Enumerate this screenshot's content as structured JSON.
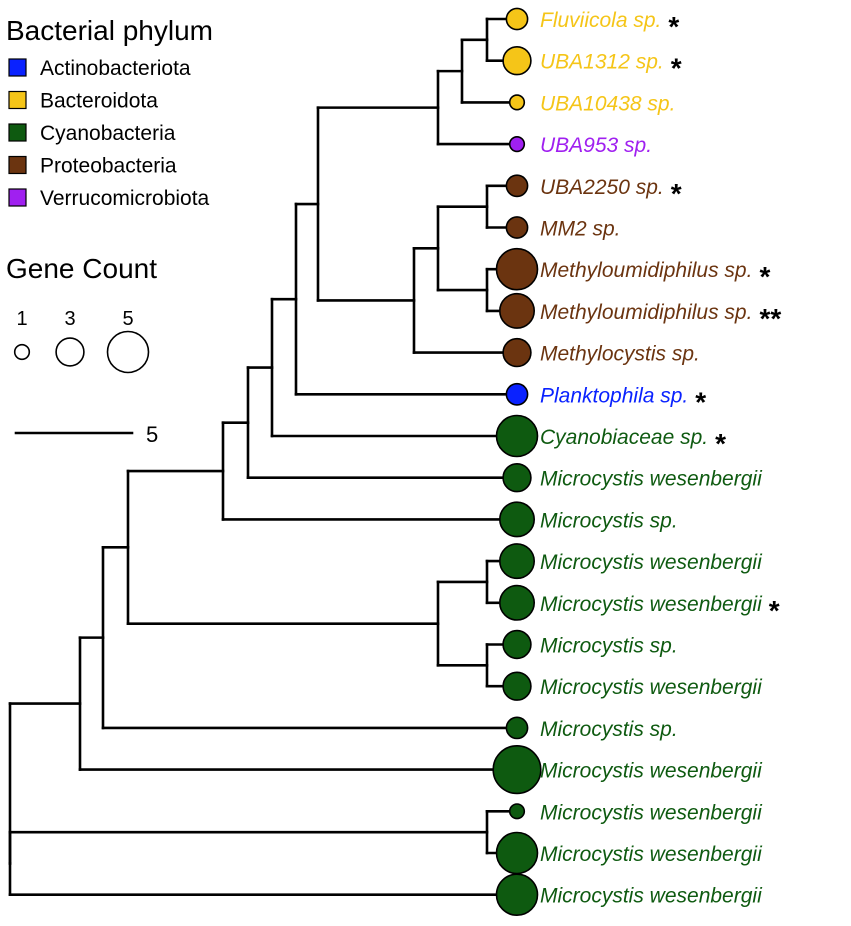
{
  "legend": {
    "phylum_title": "Bacterial phylum",
    "phyla": [
      {
        "key": "actino",
        "name": "Actinobacteriota",
        "color": "#0a22ff"
      },
      {
        "key": "bacteroid",
        "name": "Bacteroidota",
        "color": "#f5c518"
      },
      {
        "key": "cyano",
        "name": "Cyanobacteria",
        "color": "#0e5a10"
      },
      {
        "key": "proteo",
        "name": "Proteobacteria",
        "color": "#6b3410"
      },
      {
        "key": "verruco",
        "name": "Verrucomicrobiota",
        "color": "#a020f0"
      }
    ],
    "gene_count_title": "Gene Count",
    "gene_count_examples": [
      1,
      3,
      5
    ]
  },
  "scale_bar": {
    "label": "5"
  },
  "tips": [
    {
      "label": "Fluviicola sp.",
      "phylum": "bacteroid",
      "genes": 2,
      "star": "*"
    },
    {
      "label": "UBA1312 sp.",
      "phylum": "bacteroid",
      "genes": 3,
      "star": "*"
    },
    {
      "label": "UBA10438 sp.",
      "phylum": "bacteroid",
      "genes": 1,
      "star": ""
    },
    {
      "label": "UBA953 sp.",
      "phylum": "verruco",
      "genes": 1,
      "star": ""
    },
    {
      "label": "UBA2250 sp.",
      "phylum": "proteo",
      "genes": 2,
      "star": "*"
    },
    {
      "label": "MM2 sp.",
      "phylum": "proteo",
      "genes": 2,
      "star": ""
    },
    {
      "label": "Methyloumidiphilus sp.",
      "phylum": "proteo",
      "genes": 5,
      "star": "*"
    },
    {
      "label": "Methyloumidiphilus sp.",
      "phylum": "proteo",
      "genes": 4,
      "star": "**"
    },
    {
      "label": "Methylocystis sp.",
      "phylum": "proteo",
      "genes": 3,
      "star": ""
    },
    {
      "label": "Planktophila sp.",
      "phylum": "actino",
      "genes": 2,
      "star": "*"
    },
    {
      "label": "Cyanobiaceae sp.",
      "phylum": "cyano",
      "genes": 5,
      "star": "*"
    },
    {
      "label": "Microcystis wesenbergii",
      "phylum": "cyano",
      "genes": 3,
      "star": ""
    },
    {
      "label": "Microcystis sp.",
      "phylum": "cyano",
      "genes": 4,
      "star": ""
    },
    {
      "label": "Microcystis wesenbergii",
      "phylum": "cyano",
      "genes": 4,
      "star": ""
    },
    {
      "label": "Microcystis wesenbergii",
      "phylum": "cyano",
      "genes": 4,
      "star": "*"
    },
    {
      "label": "Microcystis sp.",
      "phylum": "cyano",
      "genes": 3,
      "star": ""
    },
    {
      "label": "Microcystis wesenbergii",
      "phylum": "cyano",
      "genes": 3,
      "star": ""
    },
    {
      "label": "Microcystis sp.",
      "phylum": "cyano",
      "genes": 2,
      "star": ""
    },
    {
      "label": "Microcystis wesenbergii",
      "phylum": "cyano",
      "genes": 6,
      "star": ""
    },
    {
      "label": "Microcystis wesenbergii",
      "phylum": "cyano",
      "genes": 1,
      "star": ""
    },
    {
      "label": "Microcystis wesenbergii",
      "phylum": "cyano",
      "genes": 5,
      "star": ""
    },
    {
      "label": "Microcystis wesenbergii",
      "phylum": "cyano",
      "genes": 5,
      "star": ""
    }
  ]
}
